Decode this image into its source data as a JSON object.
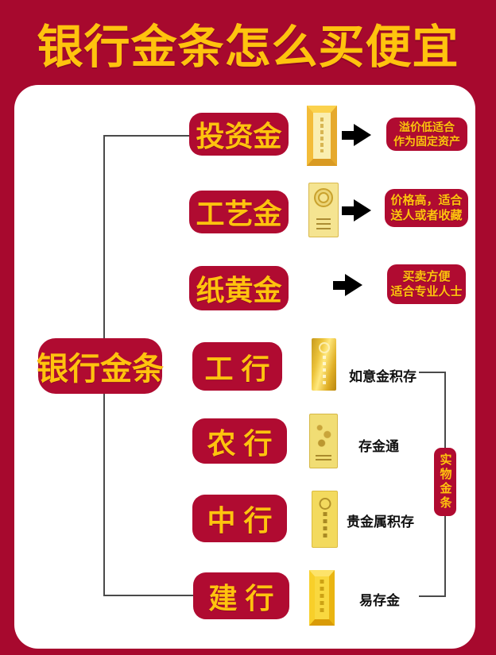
{
  "title": "银行金条怎么买便宜",
  "colors": {
    "background": "#a7092e",
    "card": "#ffffff",
    "node_red": "#b00b31",
    "text_yellow": "#ffc30e",
    "label_black": "#111111",
    "arrow_black": "#000000",
    "line_gray": "#4a4a4a",
    "gold": "#f3c843"
  },
  "root": {
    "label": "银行金条"
  },
  "group_tag": {
    "label": "实物金条"
  },
  "rows": [
    {
      "label": "投资金",
      "icon": "gold-bar",
      "note": [
        "溢价低适合",
        "作为固定资产"
      ]
    },
    {
      "label": "工艺金",
      "icon": "gold-bar",
      "note": [
        "价格高，适合",
        "送人或者收藏"
      ]
    },
    {
      "label": "纸黄金",
      "icon": "none",
      "note": [
        "买卖方便",
        "适合专业人士"
      ]
    },
    {
      "label": "工 行",
      "icon": "gold-bar",
      "product": "如意金积存"
    },
    {
      "label": "农 行",
      "icon": "gold-bar",
      "product": "存金通"
    },
    {
      "label": "中 行",
      "icon": "gold-bar",
      "product": "贵金属积存"
    },
    {
      "label": "建 行",
      "icon": "gold-bar",
      "product": "易存金"
    }
  ]
}
